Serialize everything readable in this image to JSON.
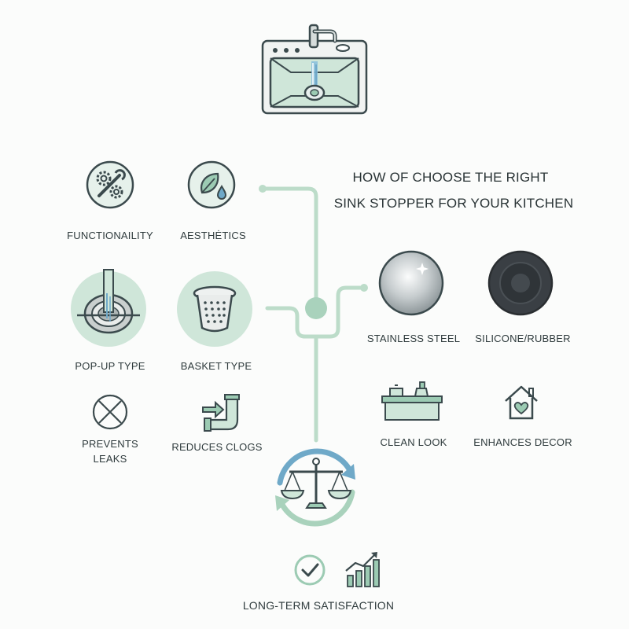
{
  "title": {
    "line1": "HOW OF CHOOSE THE RIGHT",
    "line2": "SINK STOPPER FOR YOUR KITCHEN"
  },
  "left_items": [
    {
      "label": "FUNCTIONAILITY",
      "icon": "gears-wrench-icon"
    },
    {
      "label": "AESTHĖTICS",
      "icon": "leaf-drop-icon"
    },
    {
      "label": "POP-UP TYPE",
      "icon": "pop-up-drain-icon"
    },
    {
      "label": "BASKET TYPE",
      "icon": "basket-strainer-icon"
    },
    {
      "label": "PREVENTS",
      "label2": "LEAKS",
      "icon": "x-circle-icon"
    },
    {
      "label": "REDUCES CLOGS",
      "icon": "pipe-arrow-icon"
    }
  ],
  "right_items": [
    {
      "label": "STAINLESS STEEL",
      "icon": "steel-disc-icon"
    },
    {
      "label": "SILICONE/RUBBER",
      "icon": "rubber-disc-icon"
    },
    {
      "label": "CLEAN LOOK",
      "icon": "counter-cookware-icon"
    },
    {
      "label": "ENHANCES DECOR",
      "icon": "house-heart-icon"
    }
  ],
  "bottom": {
    "label": "LONG-TERM SATISFACTION",
    "icons": [
      "balance-scale-icon",
      "check-circle-icon",
      "growth-chart-icon"
    ]
  },
  "colors": {
    "mint": "#cfe6d9",
    "mint_dark": "#9ccbb3",
    "line": "#bcdcc9",
    "stroke": "#3b4a4d",
    "blue": "#6fa9c8"
  }
}
